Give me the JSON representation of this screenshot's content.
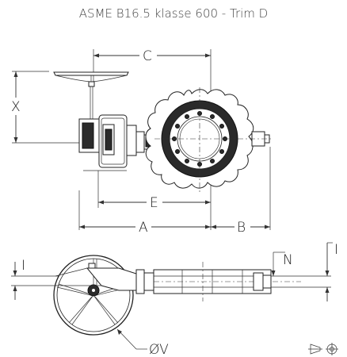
{
  "title": "ASME B16.5 klasse 600 - Trim D",
  "labels": {
    "C": "C",
    "X": "X",
    "E": "E",
    "A": "A",
    "B": "B",
    "I_left": "I",
    "I_right": "I",
    "N": "N",
    "OV": "ØV"
  },
  "icons": [
    "projection-symbol-icon"
  ]
}
